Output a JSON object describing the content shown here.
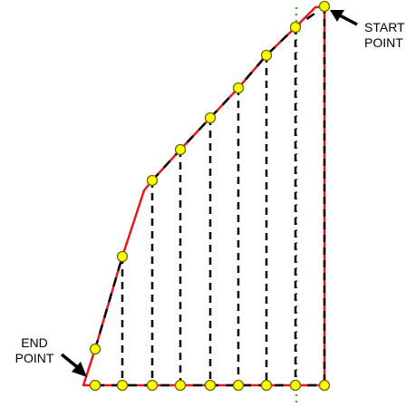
{
  "diagram": {
    "start_label": [
      "START",
      "POINT"
    ],
    "end_label": [
      "END",
      "POINT"
    ],
    "colors": {
      "boundary": "#e8191e",
      "dashed": "#000000",
      "marker_fill": "#ffff00",
      "marker_stroke": "#6b6b00",
      "dotted_guide": "#44aa33",
      "arrow": "#000000"
    }
  }
}
